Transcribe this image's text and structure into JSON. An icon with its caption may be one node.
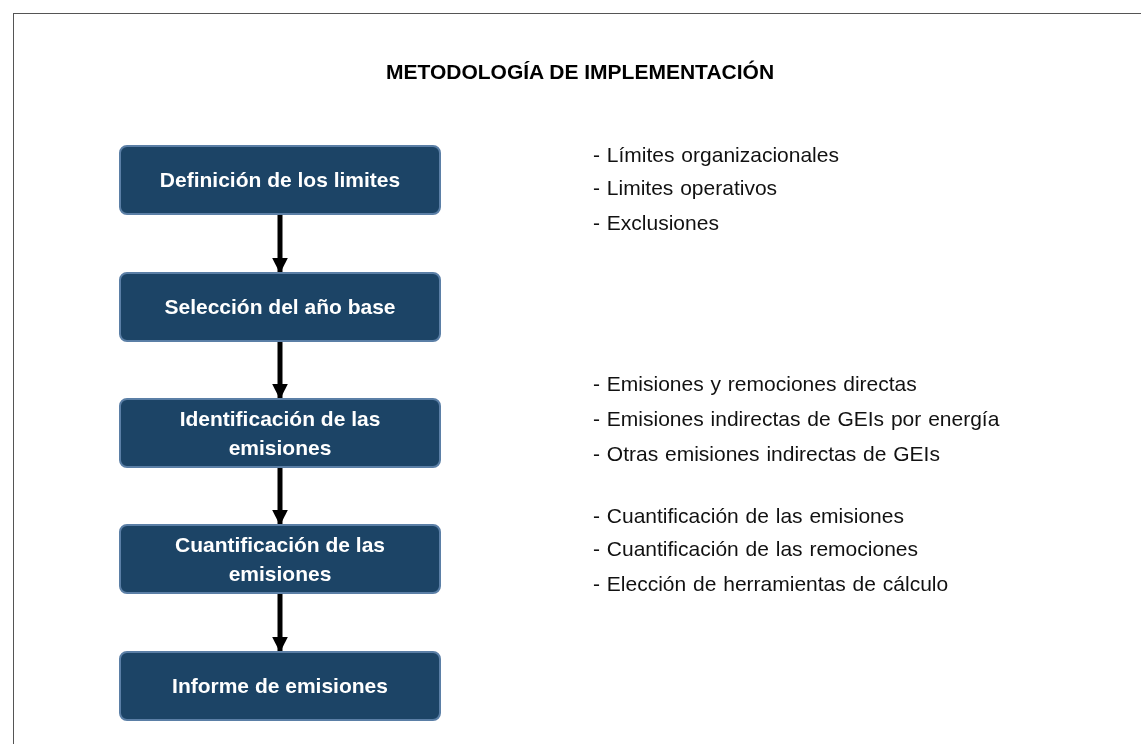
{
  "diagram": {
    "title": "METODOLOGÍA DE IMPLEMENTACIÓN",
    "nodes": [
      {
        "text": [
          "Definición de los limites"
        ]
      },
      {
        "text": [
          "Selección del año base"
        ]
      },
      {
        "text": [
          "Identificación de las emisiones"
        ]
      },
      {
        "text": [
          "Cuantificación de las emisiones"
        ]
      },
      {
        "text": [
          "Informe de emisiones"
        ]
      }
    ],
    "edges": [
      {
        "from": 0,
        "to": 1,
        "arrow": "to"
      },
      {
        "from": 1,
        "to": 2,
        "arrow": "to"
      },
      {
        "from": 2,
        "to": 3,
        "arrow": "to"
      },
      {
        "from": 3,
        "to": 4,
        "arrow": "to"
      }
    ],
    "labels": [
      "- Límites organizacionales",
      "- Limites operativos",
      "- Exclusiones",
      "- Emisiones y remociones directas",
      "- Emisiones indirectas de GEIs por energía",
      "- Otras emisiones indirectas de GEIs",
      "- Cuantificación de las emisiones",
      "- Cuantificación de las remociones",
      "- Elección de herramientas de cálculo"
    ]
  }
}
